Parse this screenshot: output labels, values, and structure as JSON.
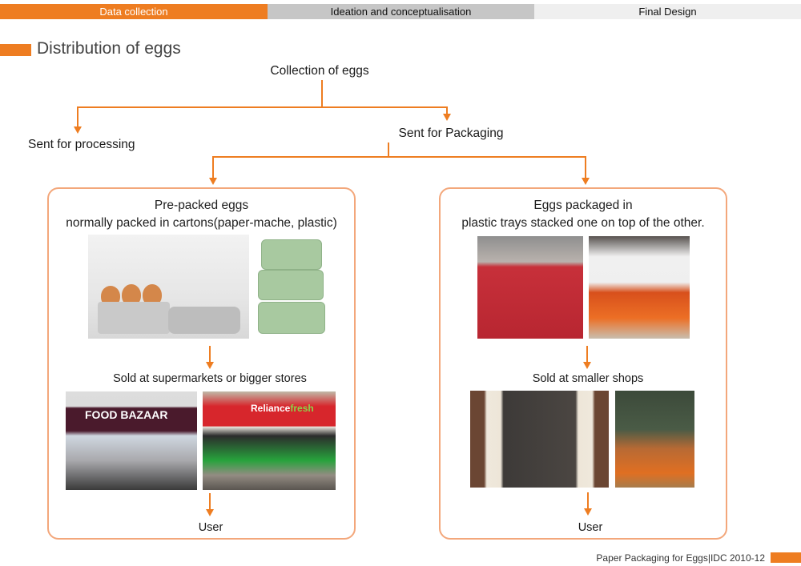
{
  "tabs": [
    {
      "label": "Data collection",
      "state": "active"
    },
    {
      "label": "Ideation and conceptualisation",
      "state": "inactive"
    },
    {
      "label": "Final Design",
      "state": "inactive"
    }
  ],
  "page_title": "Distribution of eggs",
  "flow": {
    "root": "Collection of eggs",
    "branch_left": "Sent for processing",
    "branch_right": "Sent for Packaging"
  },
  "panels": [
    {
      "title_line1": "Pre-packed eggs",
      "title_line2": "normally packed in cartons(paper-mache, plastic)",
      "photos_top": [
        "stacked paper-mache egg cartons",
        "stacked green egg cartons"
      ],
      "sold_at": "Sold at supermarkets or bigger stores",
      "photos_bottom": [
        "Food Bazaar store",
        "Reliance Fresh store"
      ],
      "store_signs": [
        "FOOD BAZAAR",
        "Reliance",
        "fresh"
      ],
      "end": "User"
    },
    {
      "title_line1": "Eggs packaged in",
      "title_line2": "plastic trays stacked one on top of the other.",
      "photos_top": [
        "red plastic egg trays stacked",
        "orange plastic egg trays with eggs"
      ],
      "sold_at": "Sold at smaller shops",
      "photos_bottom": [
        "small kiosk shop",
        "vendor with egg trays"
      ],
      "end": "User"
    }
  ],
  "footer": {
    "text": "Paper Packaging for Eggs|IDC 2010-12"
  },
  "colors": {
    "accent": "#ee7d21",
    "panel_border": "#f3a77b",
    "tab_inactive": "#c6c6c6",
    "tab_last": "#efefef"
  }
}
